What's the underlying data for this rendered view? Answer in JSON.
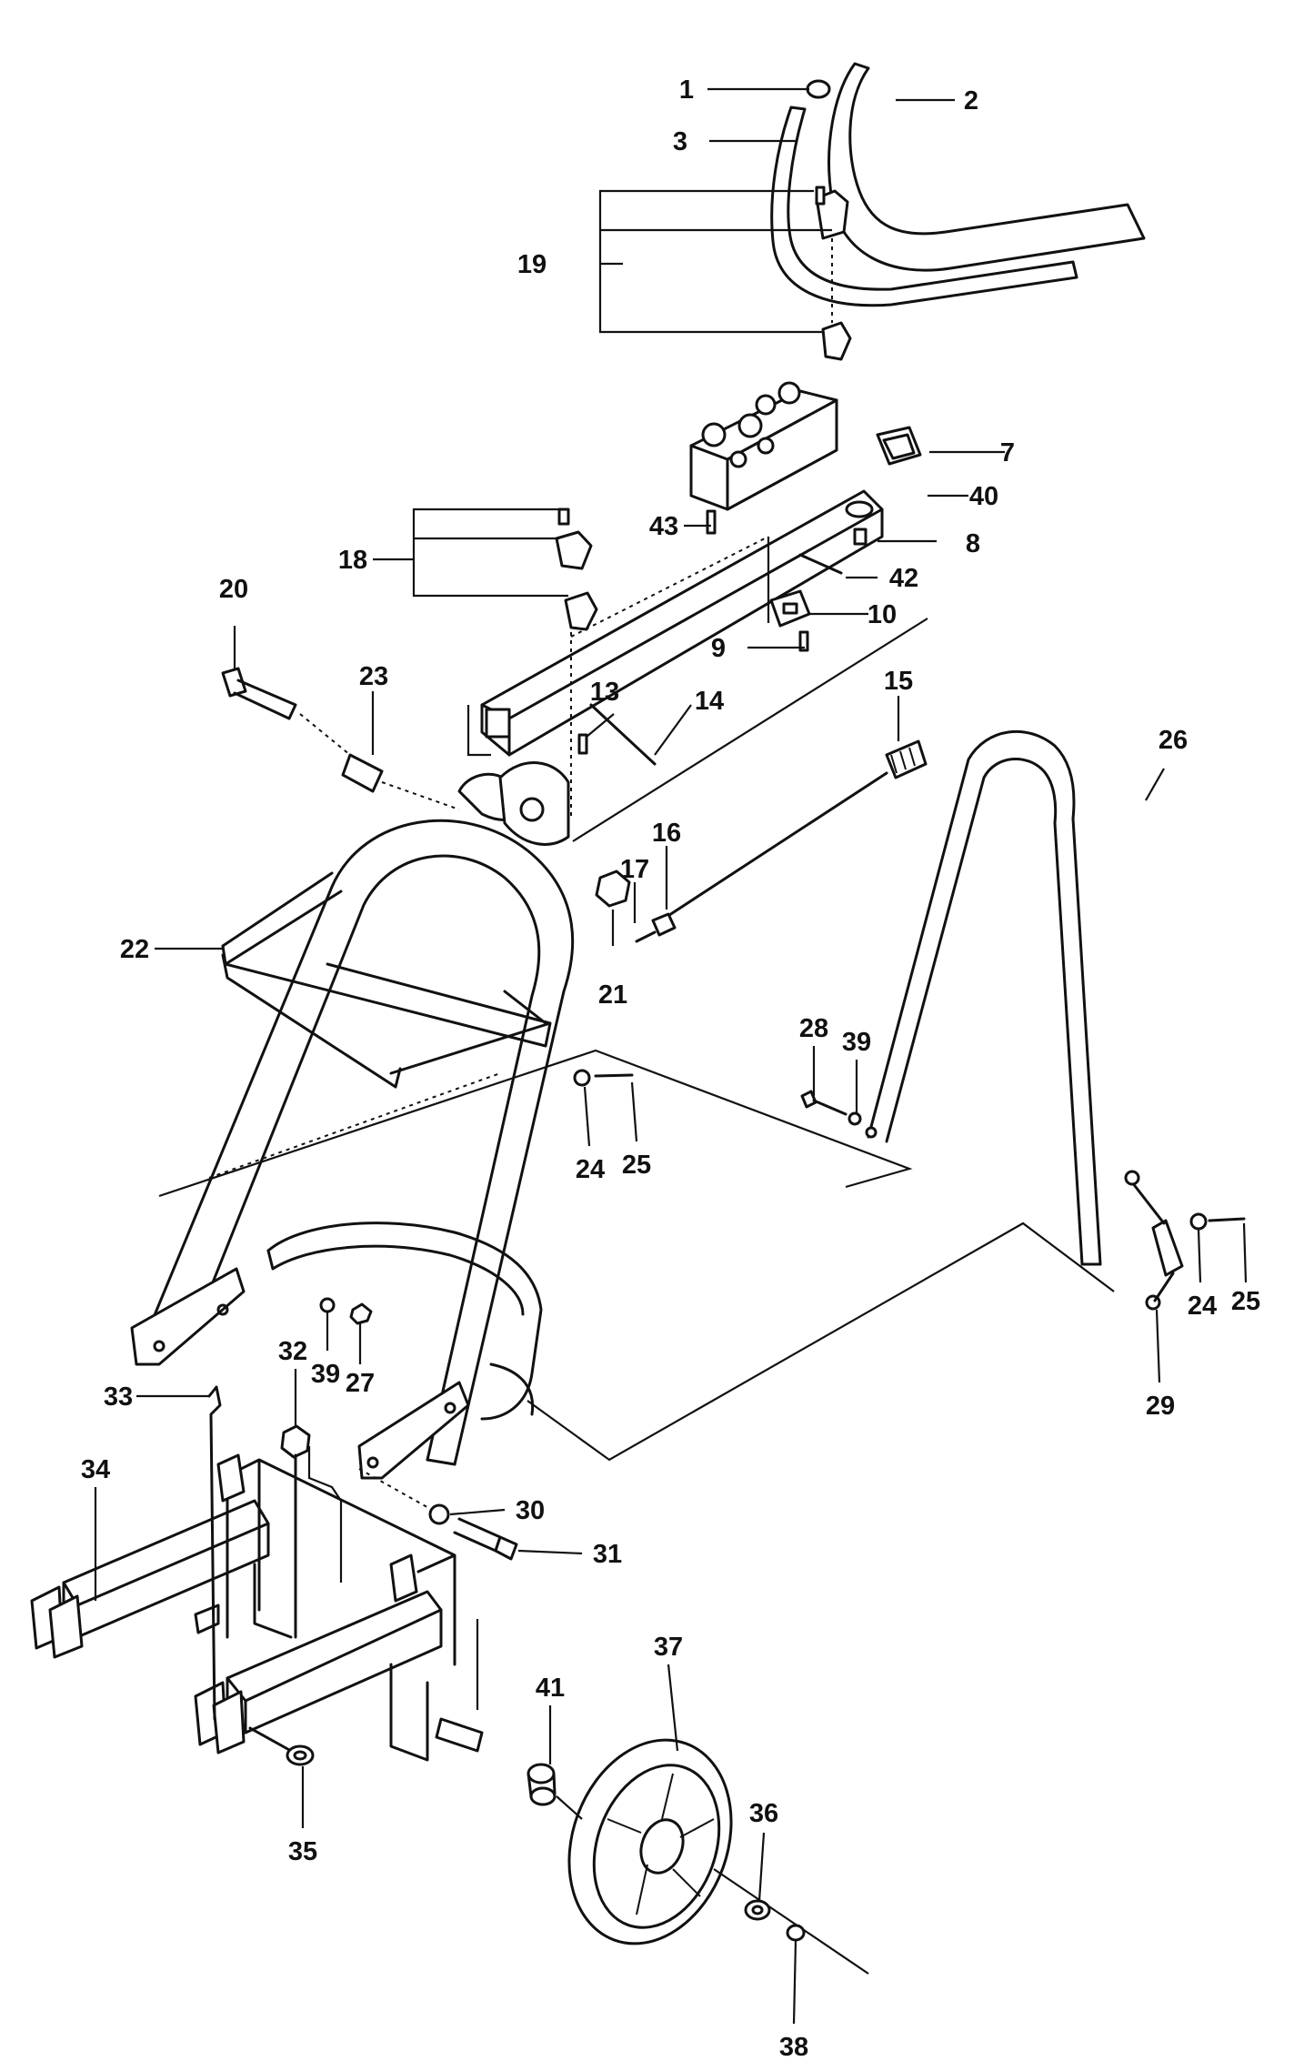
{
  "diagram": {
    "type": "exploded-parts-diagram",
    "callouts": [
      {
        "n": "1"
      },
      {
        "n": "2"
      },
      {
        "n": "3"
      },
      {
        "n": "7"
      },
      {
        "n": "8"
      },
      {
        "n": "9"
      },
      {
        "n": "10"
      },
      {
        "n": "13"
      },
      {
        "n": "14"
      },
      {
        "n": "15"
      },
      {
        "n": "16"
      },
      {
        "n": "17"
      },
      {
        "n": "18"
      },
      {
        "n": "19"
      },
      {
        "n": "20"
      },
      {
        "n": "21"
      },
      {
        "n": "22"
      },
      {
        "n": "23"
      },
      {
        "n": "24"
      },
      {
        "n": "24"
      },
      {
        "n": "25"
      },
      {
        "n": "25"
      },
      {
        "n": "26"
      },
      {
        "n": "27"
      },
      {
        "n": "28"
      },
      {
        "n": "29"
      },
      {
        "n": "30"
      },
      {
        "n": "31"
      },
      {
        "n": "32"
      },
      {
        "n": "33"
      },
      {
        "n": "34"
      },
      {
        "n": "35"
      },
      {
        "n": "36"
      },
      {
        "n": "37"
      },
      {
        "n": "38"
      },
      {
        "n": "39"
      },
      {
        "n": "39"
      },
      {
        "n": "40"
      },
      {
        "n": "41"
      },
      {
        "n": "42"
      },
      {
        "n": "43"
      }
    ]
  }
}
